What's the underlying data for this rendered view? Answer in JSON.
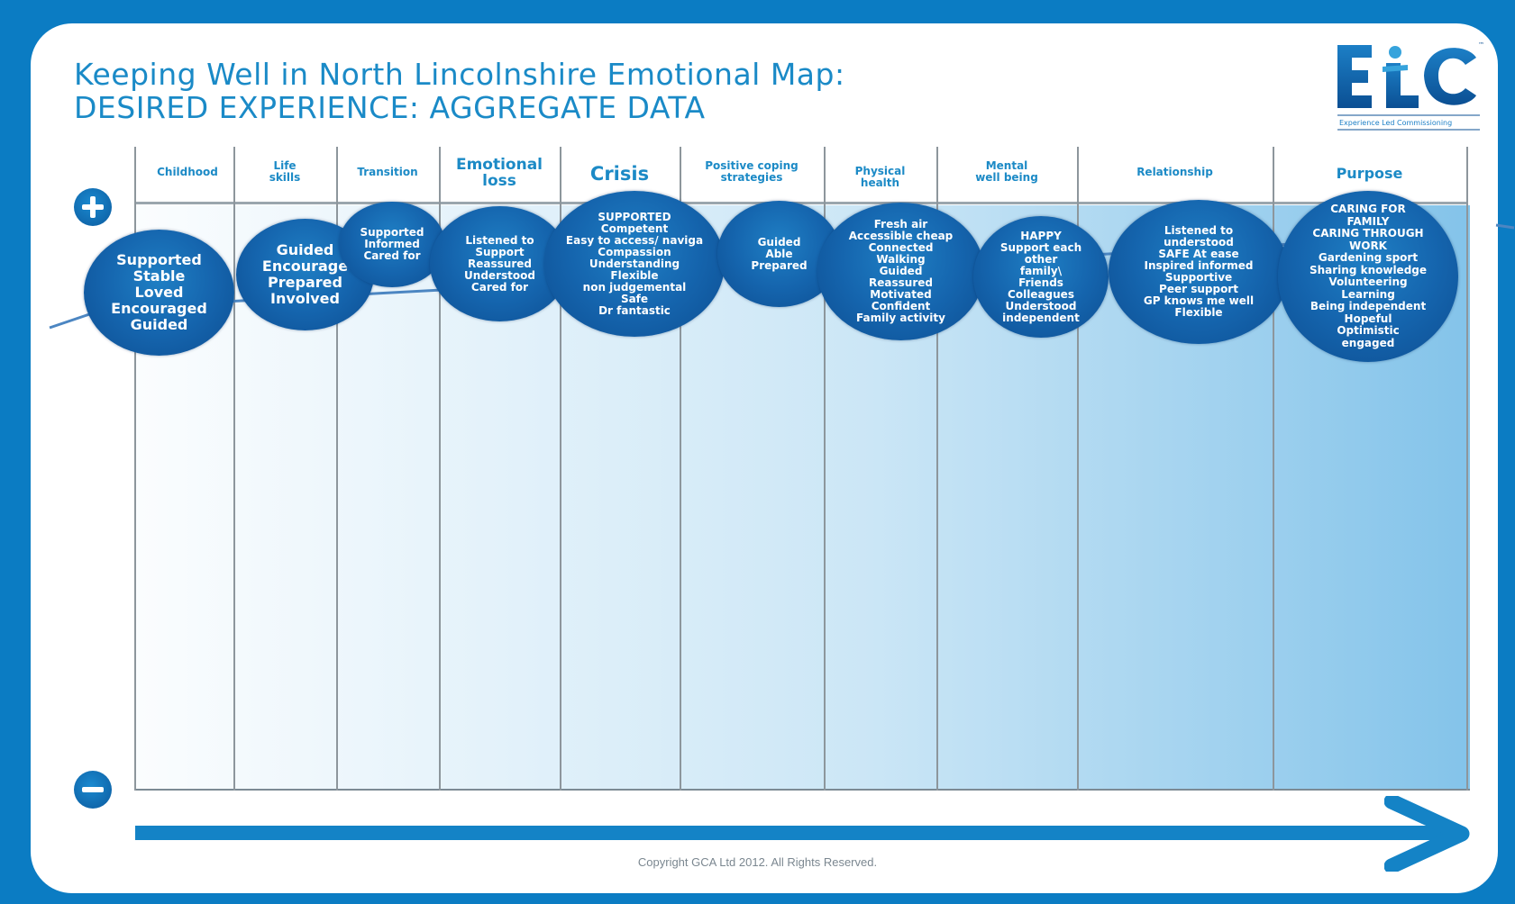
{
  "title": {
    "line1": "Keeping Well in North Lincolnshire Emotional Map:",
    "line2": "DESIRED EXPERIENCE: AGGREGATE DATA"
  },
  "logo": {
    "text": "ELC",
    "subtitle": "Experience Led Commissioning",
    "tm": "™"
  },
  "columns": [
    {
      "label": "Childhood"
    },
    {
      "label": "Life\nskills"
    },
    {
      "label": "Transition"
    },
    {
      "label": "Emotional\nloss"
    },
    {
      "label": "Crisis"
    },
    {
      "label": "Positive coping\nstrategies"
    },
    {
      "label": "Physical\nhealth"
    },
    {
      "label": "Mental\nwell being"
    },
    {
      "label": "Relationship"
    },
    {
      "label": "Purpose"
    }
  ],
  "bubbles": [
    {
      "text": "Supported\nStable\nLoved\nEncouraged\nGuided"
    },
    {
      "text": "Guided\nEncourage\nPrepared\nInvolved"
    },
    {
      "text": "Supported\nInformed\nCared for"
    },
    {
      "text": "Listened to\nSupport\nReassured\nUnderstood\nCared for"
    },
    {
      "text": "SUPPORTED\nCompetent\nEasy to access/ naviga\nCompassion\nUnderstanding\nFlexible\nnon judgemental\nSafe\nDr fantastic"
    },
    {
      "text": "Guided\nAble\nPrepared"
    },
    {
      "text": "Fresh air\nAccessible cheap\nConnected\nWalking\nGuided\nReassured\nMotivated\nConfident\nFamily activity"
    },
    {
      "text": "HAPPY\nSupport each\nother\nfamily\\\nFriends\nColleagues\nUnderstood\nindependent"
    },
    {
      "text": "Listened to\nunderstood\nSAFE At ease\nInspired informed\nSupportive\nPeer support\nGP knows me well\nFlexible"
    },
    {
      "text": "CARING FOR\nFAMILY\nCARING THROUGH\nWORK\nGardening sport\nSharing knowledge\nVolunteering\nLearning\nBeing independent\nHopeful\nOptimistic\nengaged"
    }
  ],
  "copyright": "Copyright GCA Ltd 2012. All Rights Reserved.",
  "colors": {
    "frame": "#0b7cc3",
    "bubble": "#1565ae",
    "label": "#1c8ac6",
    "arrow": "#1483c6"
  }
}
